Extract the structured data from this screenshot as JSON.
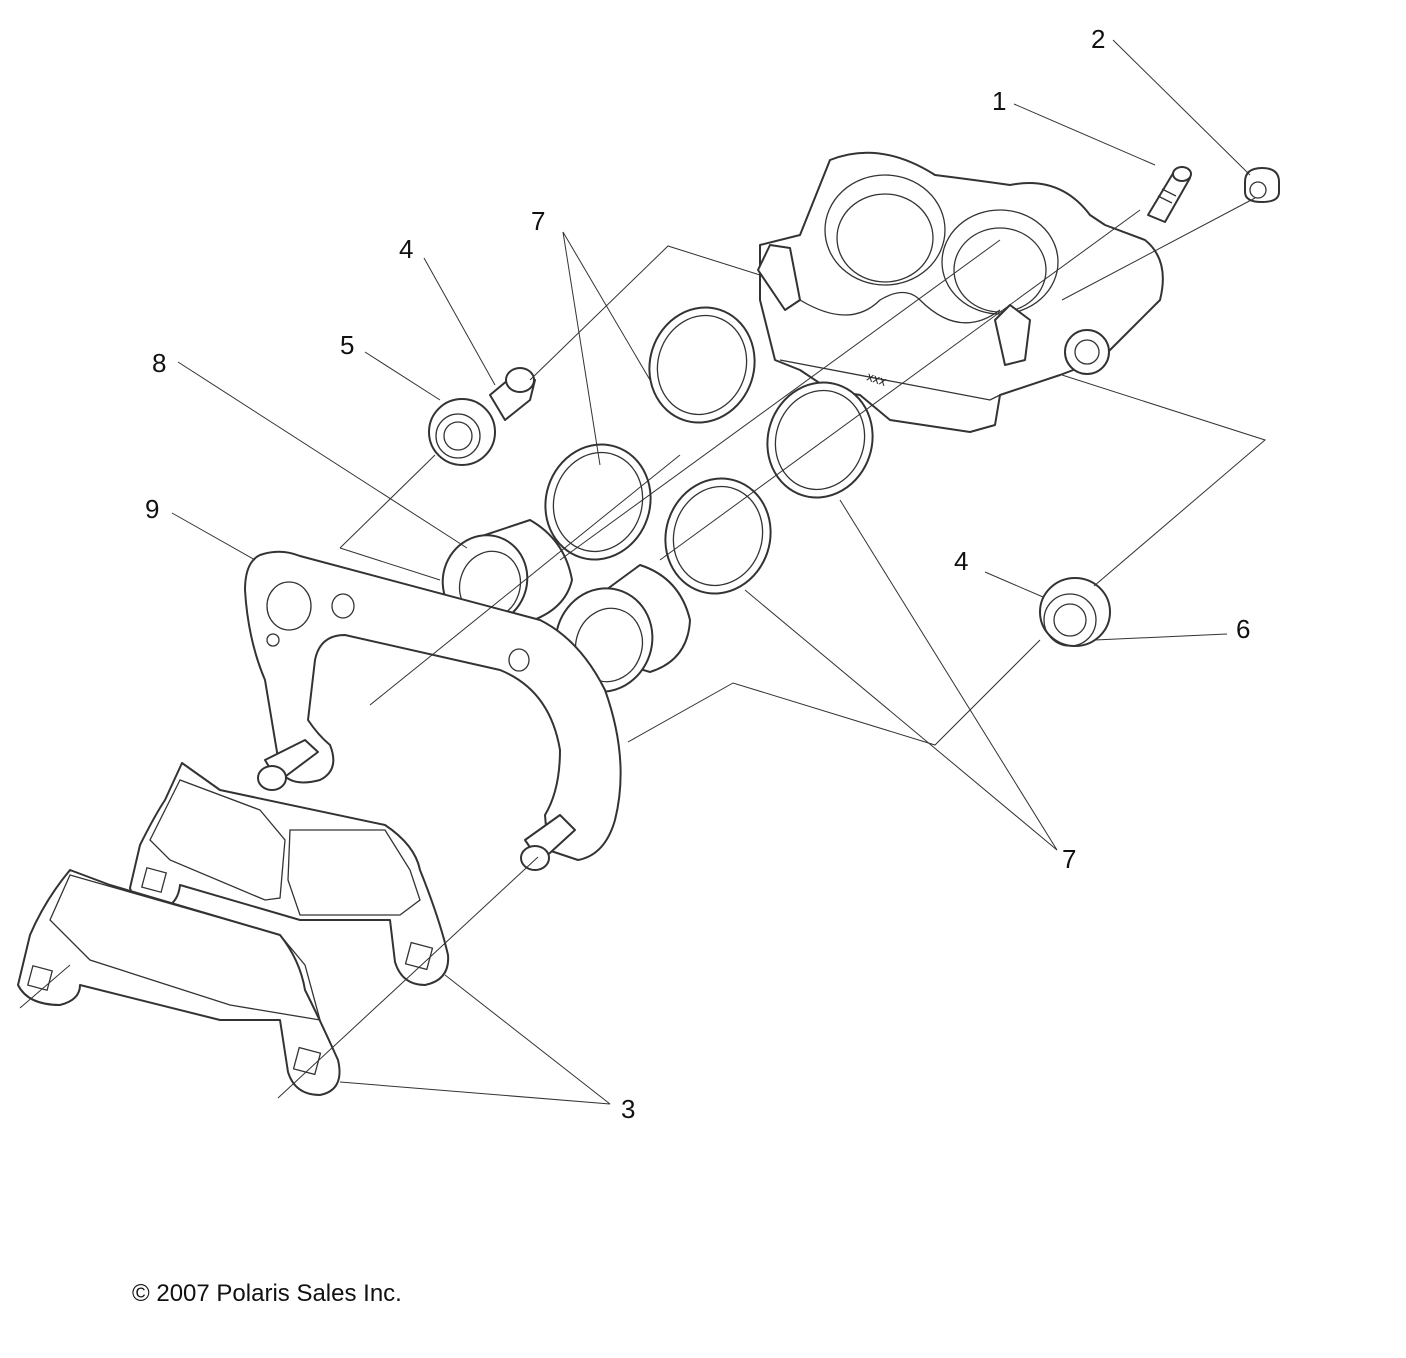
{
  "diagram": {
    "callouts": [
      "1",
      "2",
      "3",
      "4",
      "4",
      "5",
      "6",
      "7",
      "7",
      "8",
      "9"
    ],
    "caliper_marking": "xxx"
  },
  "footer": {
    "copyright_symbol": "©",
    "copyright_text": "2007 Polaris Sales Inc."
  }
}
